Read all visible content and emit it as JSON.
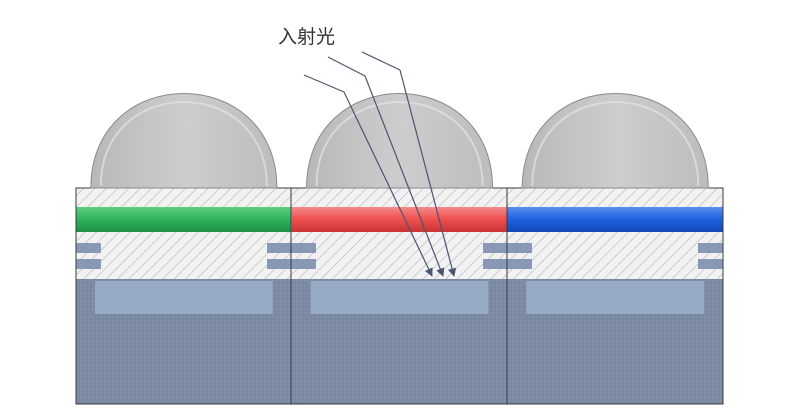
{
  "diagram": {
    "label": "入射光",
    "pixels": [
      {
        "filter": "green",
        "color_top": "#5ed07d",
        "color_mid": "#2db35b",
        "color_bottom": "#1f8f45"
      },
      {
        "filter": "red",
        "color_top": "#f58a8a",
        "color_mid": "#ee4e4e",
        "color_bottom": "#c73434"
      },
      {
        "filter": "blue",
        "color_top": "#5b8ff0",
        "color_mid": "#2060de",
        "color_bottom": "#1447b6"
      }
    ],
    "colors": {
      "lens_fill": "#c8c8c8",
      "lens_stroke": "#8a8a8a",
      "hatch_bg": "#f2f2f2",
      "hatch_line": "#b5b5b5",
      "substrate": "#7d8aa3",
      "photodiode": "#97aac6",
      "metal": "#8799b5",
      "arrow": "#4a5570"
    }
  }
}
